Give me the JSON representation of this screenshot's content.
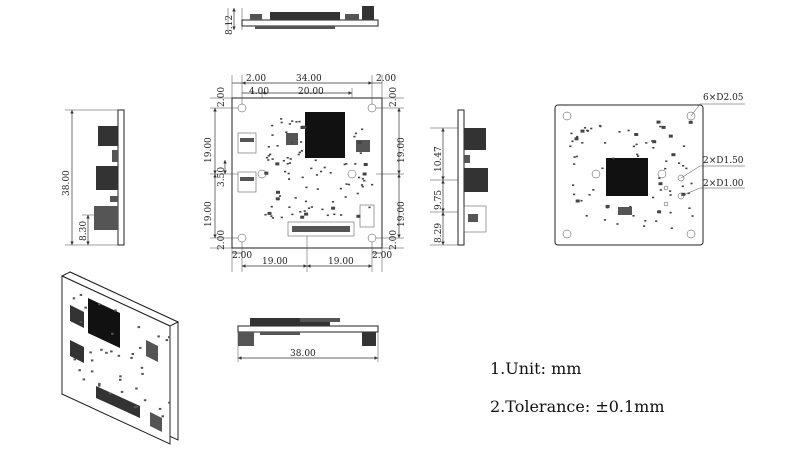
{
  "top_view": {
    "dim_height": "8.12"
  },
  "front_view": {
    "top_dims": {
      "total": "34.00",
      "left_edge": "2.00",
      "right_edge": "2.00",
      "inner_left": "4.00",
      "inner": "20.00"
    },
    "left_dims": {
      "upper": "2.00",
      "half_a": "19.00",
      "half_b": "19.00",
      "mid": "3.50",
      "lower": "2.00"
    },
    "right_dims": {
      "upper": "2.00",
      "half_a": "19.00",
      "half_b": "19.00",
      "lower": "2.00"
    },
    "bottom_dims": {
      "left_edge": "2.00",
      "right_edge": "2.00",
      "half_a": "19.00",
      "half_b": "19.00"
    }
  },
  "left_side_view": {
    "dim_total": "38.00",
    "dim_bottom": "8.30"
  },
  "right_side_view": {
    "dims": [
      "10.47",
      "9.75",
      "8.29"
    ]
  },
  "back_view": {
    "holes_label": "6×D2.05",
    "holes_mid_label": "2×D1.50",
    "holes_small_label": "2×D1.00"
  },
  "bottom_view": {
    "dim_width": "38.00"
  },
  "notes": {
    "unit": "1.Unit:  mm",
    "tolerance": "2.Tolerance:  ±0.1mm"
  }
}
